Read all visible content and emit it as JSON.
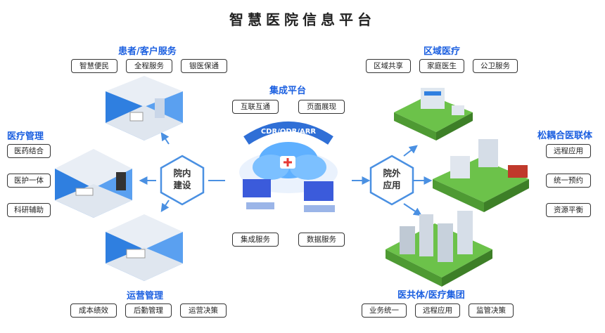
{
  "title": "智慧医院信息平台",
  "hubs": {
    "inner": "院内\n建设",
    "outer": "院外\n应用"
  },
  "sections": {
    "patient": {
      "heading": "患者/客户服务",
      "tags": [
        "智慧便民",
        "全程服务",
        "银医保通"
      ]
    },
    "medical": {
      "heading": "医疗管理",
      "tags": [
        "医药结合",
        "医护一体",
        "科研辅助"
      ]
    },
    "operation": {
      "heading": "运营管理",
      "tags": [
        "成本绩效",
        "后勤管理",
        "运营决策"
      ]
    },
    "integration": {
      "heading": "集成平台",
      "tags": [
        "互联互通",
        "页面展现",
        "集成服务",
        "数据服务"
      ]
    },
    "regional": {
      "heading": "区域医疗",
      "tags": [
        "区域共享",
        "家庭医生",
        "公卫服务"
      ]
    },
    "alliance": {
      "heading": "松耦合医联体",
      "tags": [
        "远程应用",
        "统一预约",
        "资源平衡"
      ]
    },
    "group": {
      "heading": "医共体/医疗集团",
      "tags": [
        "业务统一",
        "远程应用",
        "监管决策"
      ]
    }
  },
  "cloud_label": "CDR/ODR/ARR",
  "colors": {
    "heading": "#1b5fe0",
    "room_wall": "#2f7fe0",
    "grass": "#6cc24a",
    "line": "#4a90e2"
  }
}
